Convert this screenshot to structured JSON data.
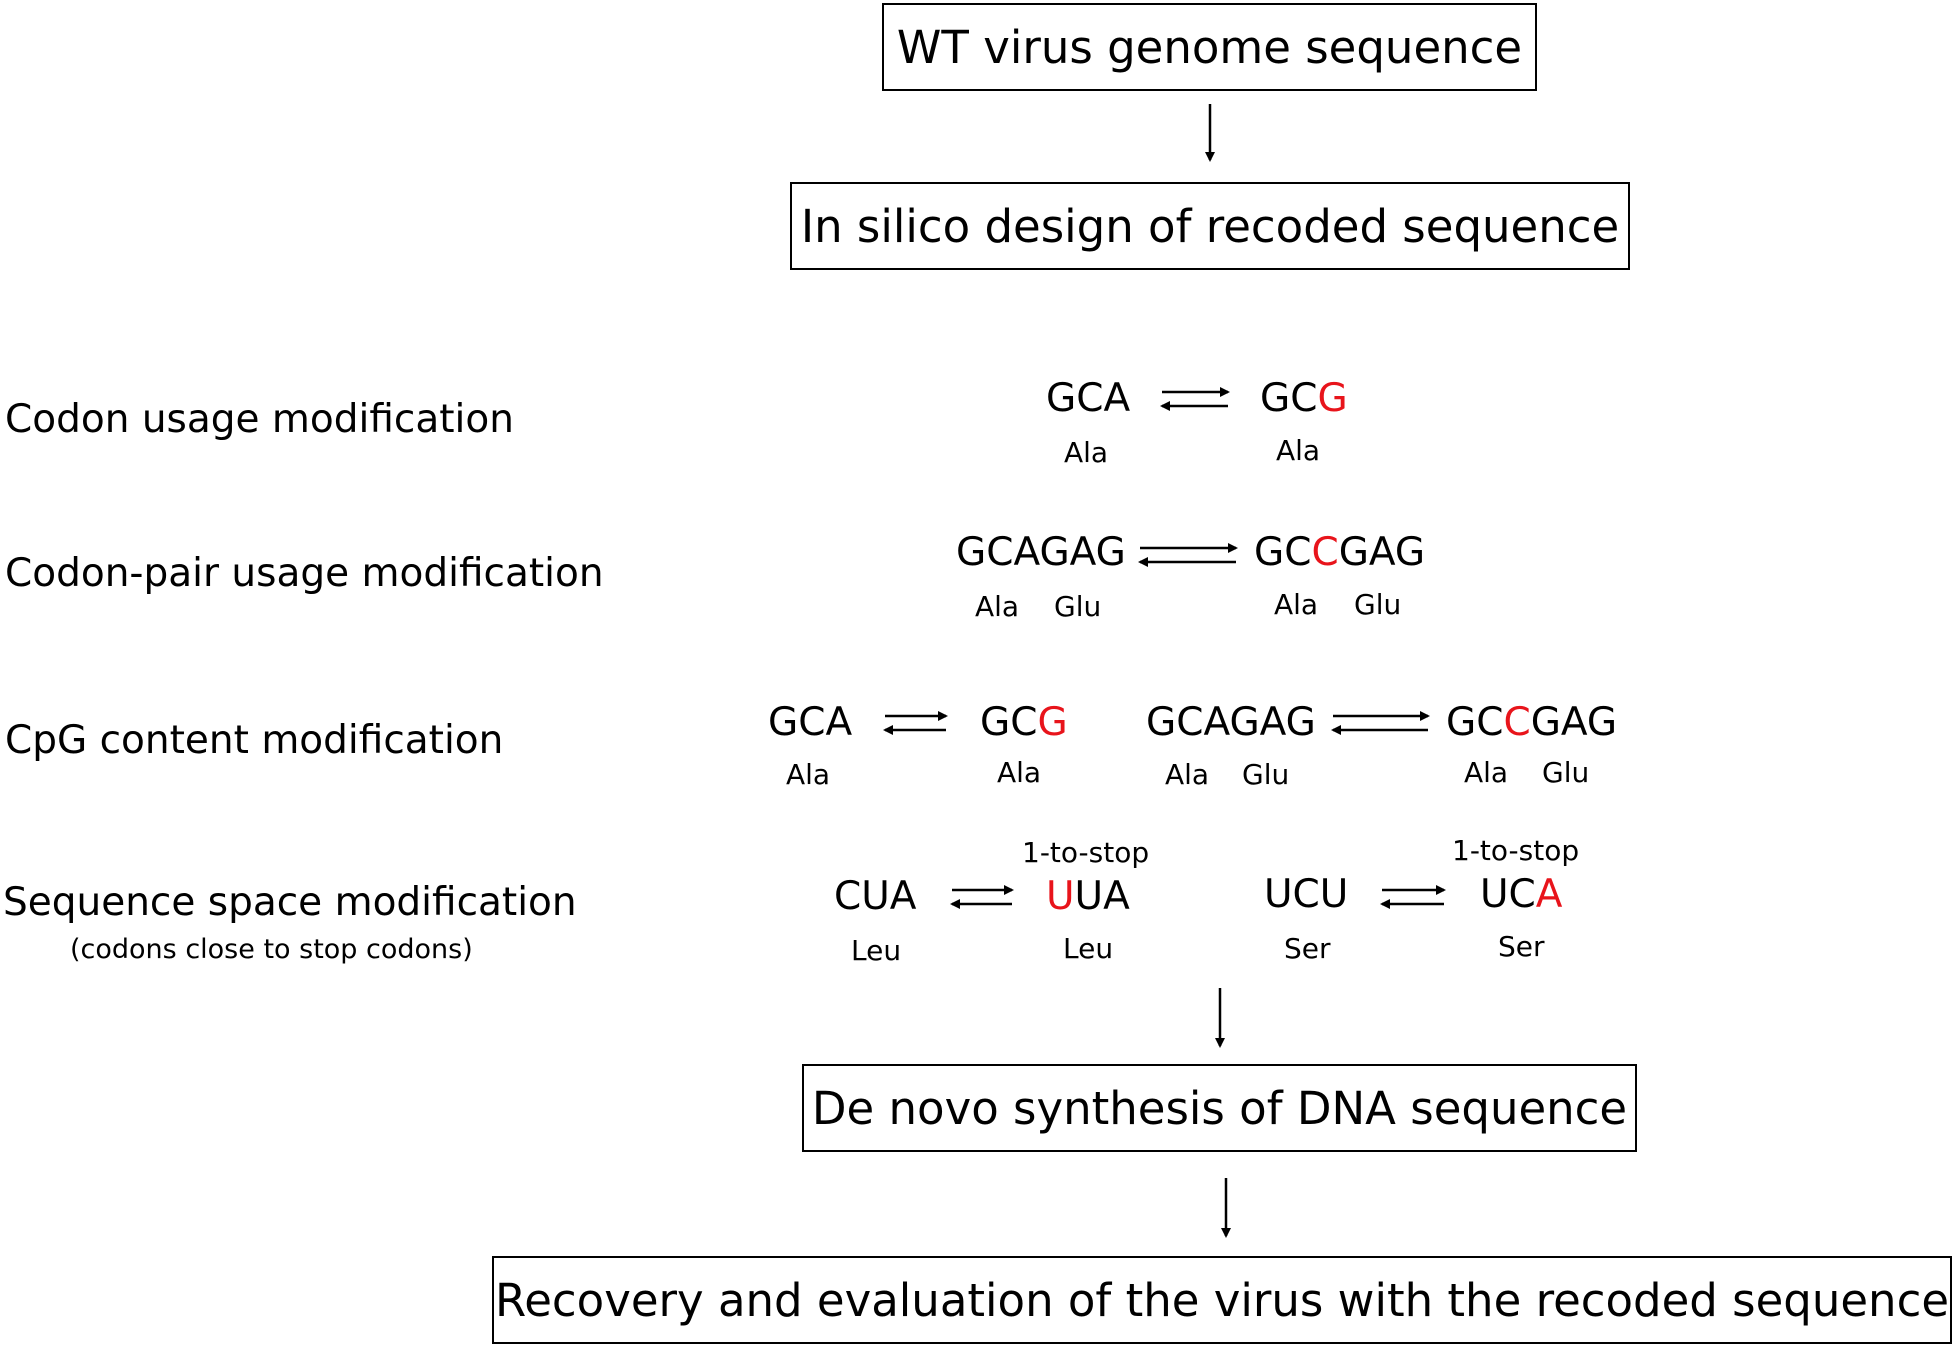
{
  "steps": {
    "wt": "WT virus genome sequence",
    "design": "In silico design of recoded sequence",
    "synthesis": "De novo synthesis of DNA sequence",
    "recovery": "Recovery and evaluation of the virus with the recoded sequence"
  },
  "rows": {
    "codon": "Codon usage modification",
    "codonpair": "Codon-pair usage modification",
    "cpg": "CpG content modification",
    "space": "Sequence space modification",
    "space_note": "(codons close to stop codons)"
  },
  "codon_ex": {
    "left": "GCA",
    "left_aa": "Ala",
    "right_pre": "GC",
    "right_red": "G",
    "right_post": "",
    "right_aa": "Ala"
  },
  "codonpair_ex": {
    "left": "GCAGAG",
    "left_aa1": "Ala",
    "left_aa2": "Glu",
    "right_pre": "GC",
    "right_red": "C",
    "right_post": "GAG",
    "right_aa1": "Ala",
    "right_aa2": "Glu"
  },
  "cpg_ex1": {
    "left": "GCA",
    "left_aa": "Ala",
    "right_pre": "GC",
    "right_red": "G",
    "right_post": "",
    "right_aa": "Ala"
  },
  "cpg_ex2": {
    "left": "GCAGAG",
    "left_aa1": "Ala",
    "left_aa2": "Glu",
    "right_pre": "GC",
    "right_red": "C",
    "right_post": "GAG",
    "right_aa1": "Ala",
    "right_aa2": "Glu"
  },
  "space_ex1": {
    "tag": "1-to-stop",
    "left": "CUA",
    "left_aa": "Leu",
    "right_pre": "",
    "right_red": "U",
    "right_post": "UA",
    "right_aa": "Leu"
  },
  "space_ex2": {
    "tag": "1-to-stop",
    "left": "UCU",
    "left_aa": "Ser",
    "right_pre": "UC",
    "right_red": "A",
    "right_post": "",
    "right_aa": "Ser"
  },
  "colors": {
    "highlight": "#e8141b",
    "ink": "#000000"
  }
}
